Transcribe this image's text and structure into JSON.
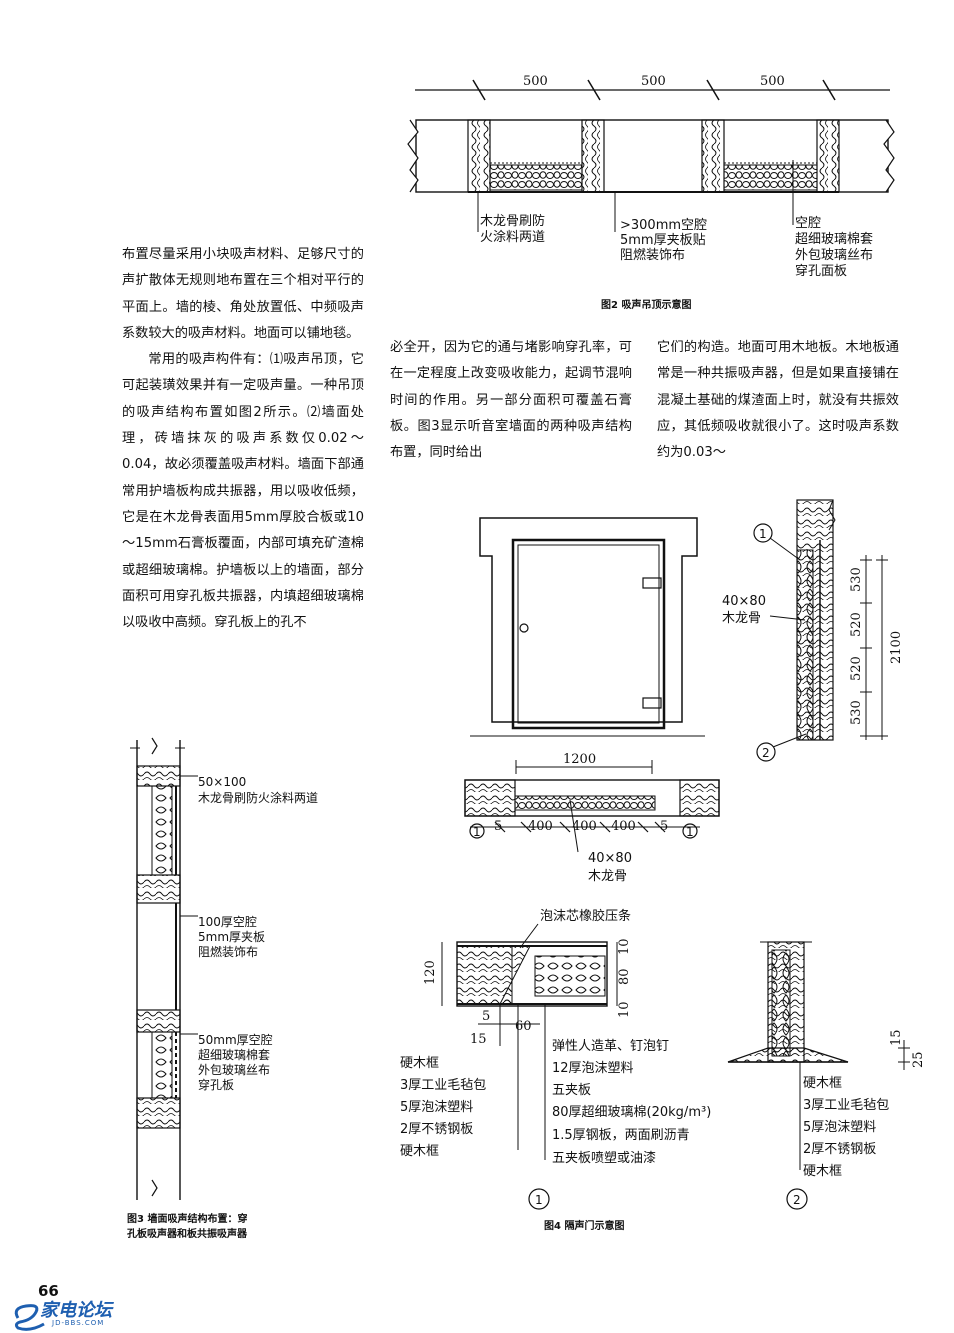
{
  "col1": {
    "p1": "布置尽量采用小块吸声材料、足够尺寸的声扩散体无规则地布置在三个相对平行的平面上。墙的棱、角处放置低、中频吸声系数较大的吸声材料。地面可以铺地毯。",
    "p2": "常用的吸声构件有：⑴吸声吊顶，它可起装璜效果并有一定吸声量。一种吊顶的吸声结构布置如图2所示。⑵墙面处理，砖墙抹灰的吸声系数仅0.02～0.04，故必须覆盖吸声材料。墙面下部通常用护墙板构成共振器，用以吸收低频，它是在木龙骨表面用5mm厚胶合板或10～15mm石膏板覆面，内部可填充矿渣棉或超细玻璃棉。护墙板以上的墙面，部分面积可用穿孔板共振器，内填超细玻璃棉以吸收中高频。穿孔板上的孔不"
  },
  "col2": {
    "p1": "必全开，因为它的通与堵影响穿孔率，可在一定程度上改变吸收能力，起调节混响时间的作用。另一部分面积可覆盖石膏板。图3显示听音室墙面的两种吸声结构布置，同时给出"
  },
  "col3": {
    "p1": "它们的构造。地面可用木地板。木地板通常是一种共振吸声器，但是如果直接铺在混凝土基础的煤渣面上时，就没有共振效应，其低频吸收就很小了。这时吸声系数约为0.03～"
  },
  "fig2": {
    "caption": "图2  吸声吊顶示意图",
    "dims": [
      "500",
      "500",
      "500"
    ],
    "label1": [
      "木龙骨刷防",
      "火涂料两道"
    ],
    "label2": [
      ">300mm空腔",
      "5mm厚夹板贴",
      "阻燃装饰布"
    ],
    "label3": [
      "空腔",
      "超细玻璃棉套",
      "外包玻璃丝布",
      "穿孔面板"
    ]
  },
  "fig3": {
    "caption": [
      "图3  墙面吸声结构布置：穿",
      "孔板吸声器和板共振吸声器"
    ],
    "label1": [
      "50×100",
      "木龙骨刷防火涂料两道"
    ],
    "label2": [
      "100厚空腔",
      "5mm厚夹板",
      "阻燃装饰布"
    ],
    "label3": [
      "50mm厚空腔",
      "超细玻璃棉套",
      "外包玻璃丝布",
      "穿孔板"
    ]
  },
  "fig4": {
    "caption": "图4  隔声门示意图",
    "door_width": "1200",
    "plan_dims": [
      "5",
      "400",
      "400",
      "400",
      "5"
    ],
    "plan_label": [
      "40×80",
      "木龙骨"
    ],
    "side_label": [
      "40×80",
      "木龙骨"
    ],
    "side_dims": [
      "530",
      "520",
      "520",
      "530"
    ],
    "side_total": "2100",
    "marker1": "1",
    "marker2": "2",
    "strip_label": "泡沫芯橡胶压条",
    "d1_dims": [
      "120",
      "10",
      "80",
      "10",
      "5",
      "15",
      "60"
    ],
    "d1_left": [
      "硬木框",
      "3厚工业毛毡包",
      "5厚泡沫塑料",
      "2厚不锈钢板",
      "硬木框"
    ],
    "d1_right": [
      "弹性人造革、钉泡钉",
      "12厚泡沫塑料",
      "五夹板",
      "80厚超细玻璃棉(20kg/m³)",
      "1.5厚钢板，两面刷沥青",
      "五夹板喷塑或油漆"
    ],
    "d2_dims": [
      "15",
      "25"
    ],
    "d2_labels": [
      "硬木框",
      "3厚工业毛毡包",
      "5厚泡沫塑料",
      "2厚不锈钢板",
      "硬木框"
    ]
  },
  "footer": {
    "page": "66",
    "logo": "家电论坛",
    "logo_sub": "JD-BBS.COM"
  }
}
